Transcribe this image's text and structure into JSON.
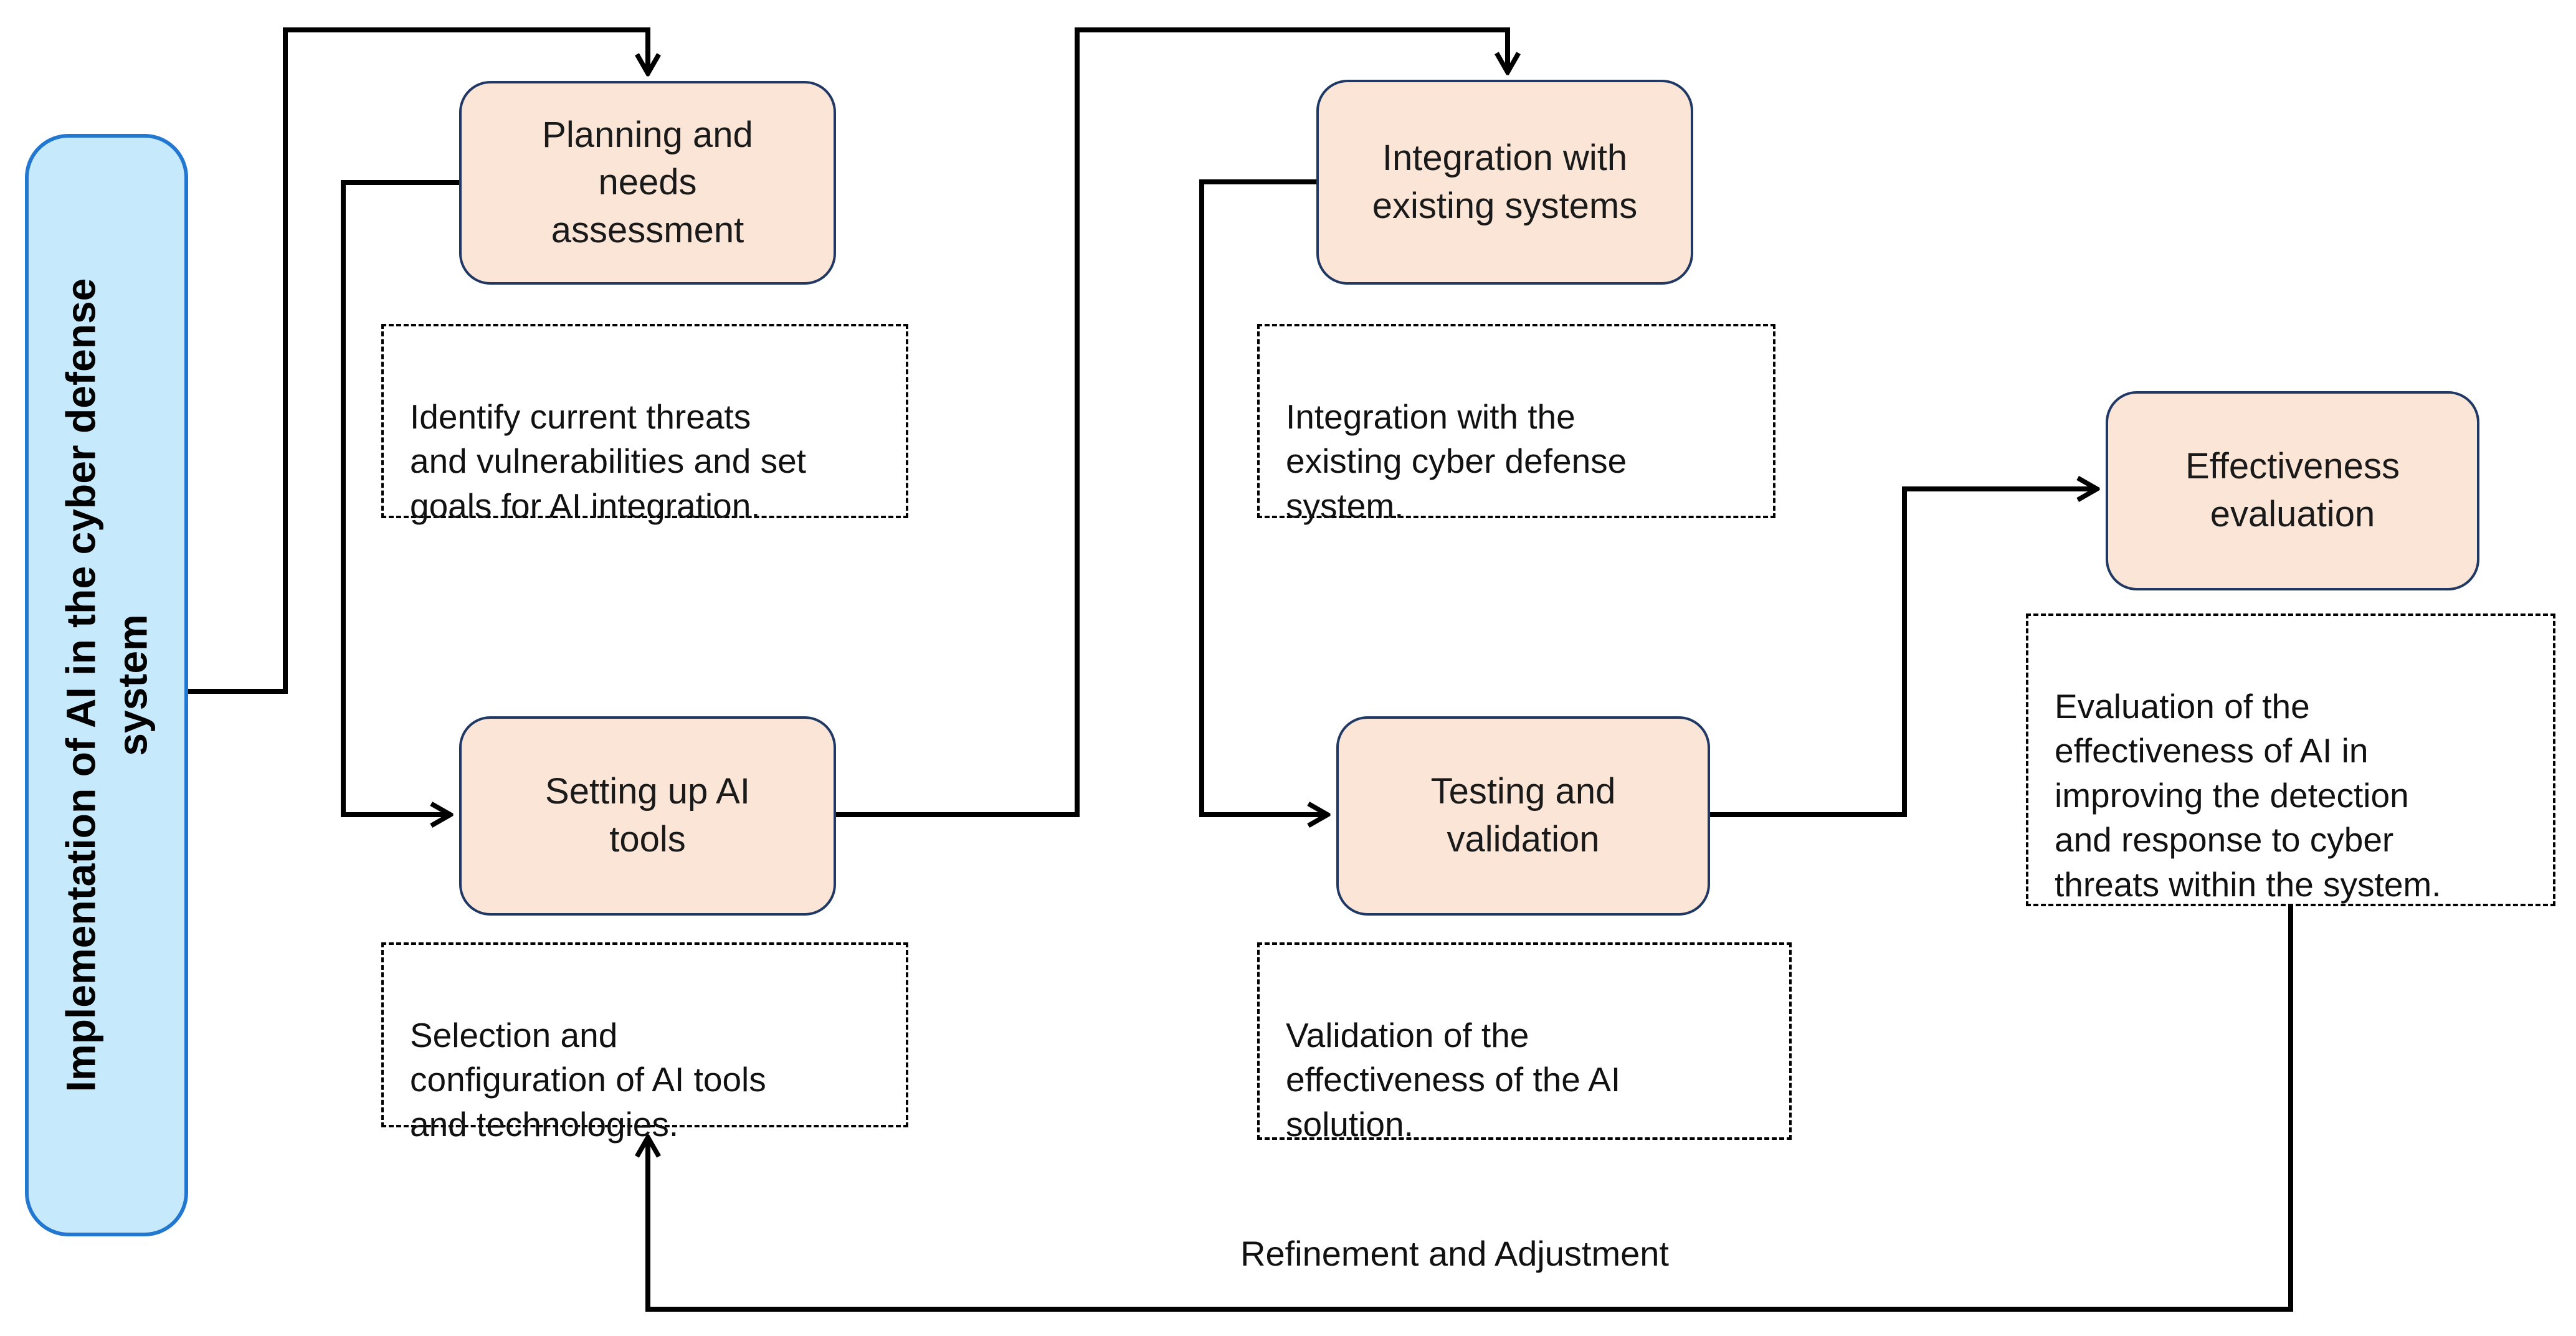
{
  "title": "Implementation of AI in the cyber defense\nsystem",
  "nodes": {
    "planning": {
      "label": "Planning and\nneeds\nassessment",
      "desc": "Identify current threats\nand vulnerabilities and set\ngoals for AI integration."
    },
    "setup": {
      "label": "Setting up AI\ntools",
      "desc": "Selection and\nconfiguration of AI tools\nand technologies."
    },
    "integration": {
      "label": "Integration with\nexisting systems",
      "desc": "Integration with the\nexisting cyber defense\nsystem."
    },
    "testing": {
      "label": "Testing and\nvalidation",
      "desc": "Validation of the\neffectiveness of the AI\nsolution."
    },
    "evaluation": {
      "label": "Effectiveness\nevaluation",
      "desc": "Evaluation of the\neffectiveness of AI in\nimproving the detection\nand response to cyber\nthreats within the system."
    }
  },
  "feedback_label": "Refinement and Adjustment",
  "colors": {
    "stage_fill": "#FBE5D6",
    "stage_border": "#1F3864",
    "title_fill": "#C6E9FB",
    "title_border": "#2277D0",
    "arrow": "#000000"
  }
}
